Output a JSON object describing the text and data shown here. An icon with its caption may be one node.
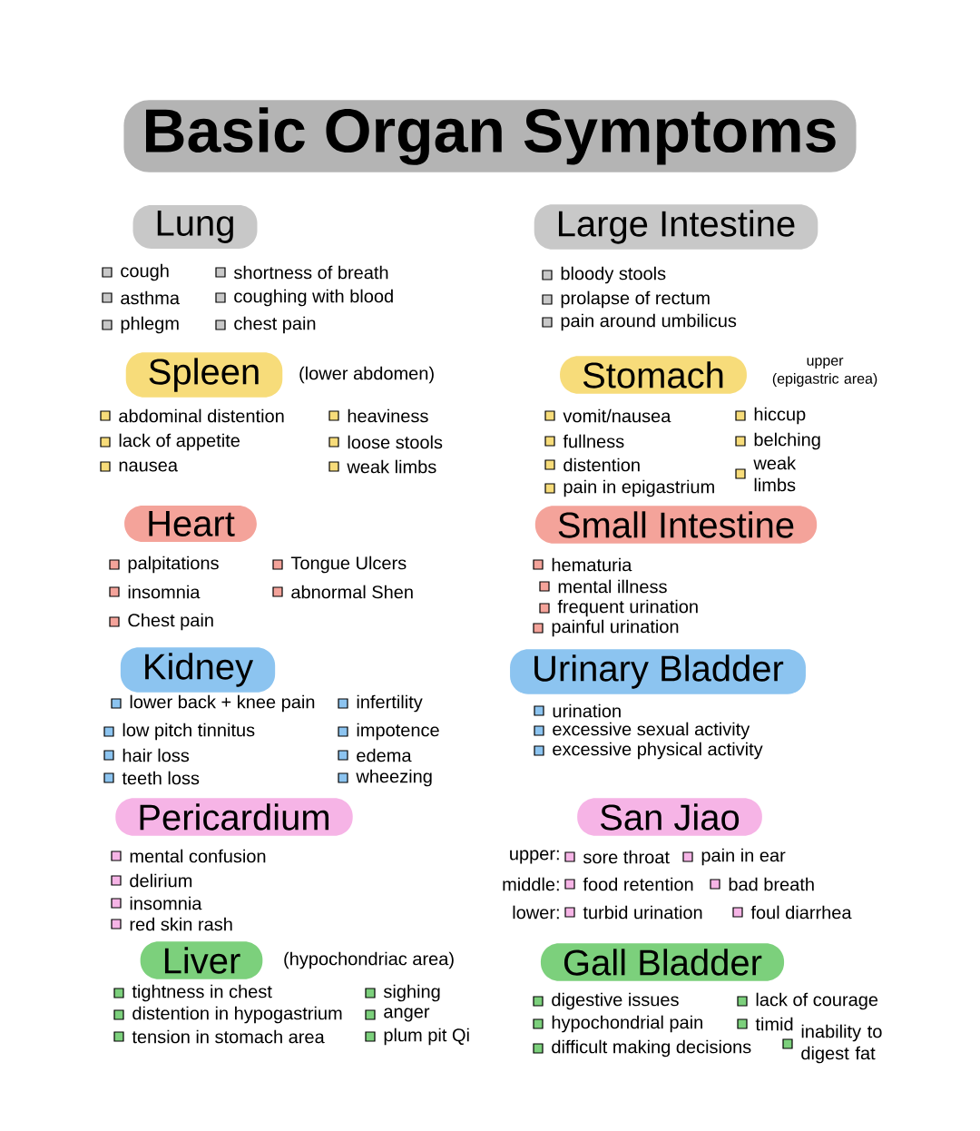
{
  "diagram": {
    "title": "Basic Organ Symptoms",
    "nodes": [
      {
        "text": [
          "Lung"
        ]
      },
      {
        "text": [
          "Large Intestine"
        ]
      },
      {
        "text": [
          "Spleen"
        ],
        "beside": [
          "(lower abdomen)"
        ]
      },
      {
        "text": [
          "Stomach"
        ],
        "beside": [
          "upper (epigastric area)"
        ]
      },
      {
        "text": [
          "Heart"
        ]
      },
      {
        "text": [
          "Small Intestine"
        ]
      },
      {
        "text": [
          "Kidney"
        ]
      },
      {
        "text": [
          "Urinary Bladder"
        ]
      },
      {
        "text": [
          "Pericardium"
        ]
      },
      {
        "text": [
          "San Jiao"
        ]
      },
      {
        "text": [
          "Liver"
        ],
        "beside": [
          "(hypochondriac area)"
        ]
      },
      {
        "text": [
          "Gall Bladder"
        ]
      }
    ],
    "labels": [
      "cough",
      "shortness of breath",
      "asthma",
      "coughing with blood",
      "phlegm",
      "chest pain",
      "bloody stools",
      "prolapse of rectum",
      "pain around umbilicus",
      "abdominal distention",
      "heaviness",
      "lack of appetite",
      "loose stools",
      "nausea",
      "weak limbs",
      "vomit/nausea",
      "hiccup",
      "fullness",
      "belching",
      "distention",
      "weak limbs",
      "pain in epigastrium",
      "palpitations",
      "Tongue Ulcers",
      "insomnia",
      "abnormal Shen",
      "Chest pain",
      "hematuria",
      "mental illness",
      "frequent urination",
      "painful urination",
      "lower back + knee pain",
      "infertility",
      "low pitch tinnitus",
      "impotence",
      "hair loss",
      "edema",
      "teeth loss",
      "wheezing",
      "urination",
      "excessive sexual activity",
      "excessive physical activity",
      "mental confusion",
      "delirium",
      "insomnia",
      "red skin rash",
      "upper:",
      "sore throat",
      "pain in ear",
      "middle:",
      "food retention",
      "bad breath",
      "lower:",
      "turbid urination",
      "foul diarrhea",
      "tightness in chest",
      "sighing",
      "distention in hypogastrium",
      "anger",
      "tension in stomach area",
      "plum pit Qi",
      "digestive issues",
      "lack of courage",
      "hypochondrial pain",
      "timid",
      "difficult making decisions",
      "inability to digest fat"
    ]
  }
}
